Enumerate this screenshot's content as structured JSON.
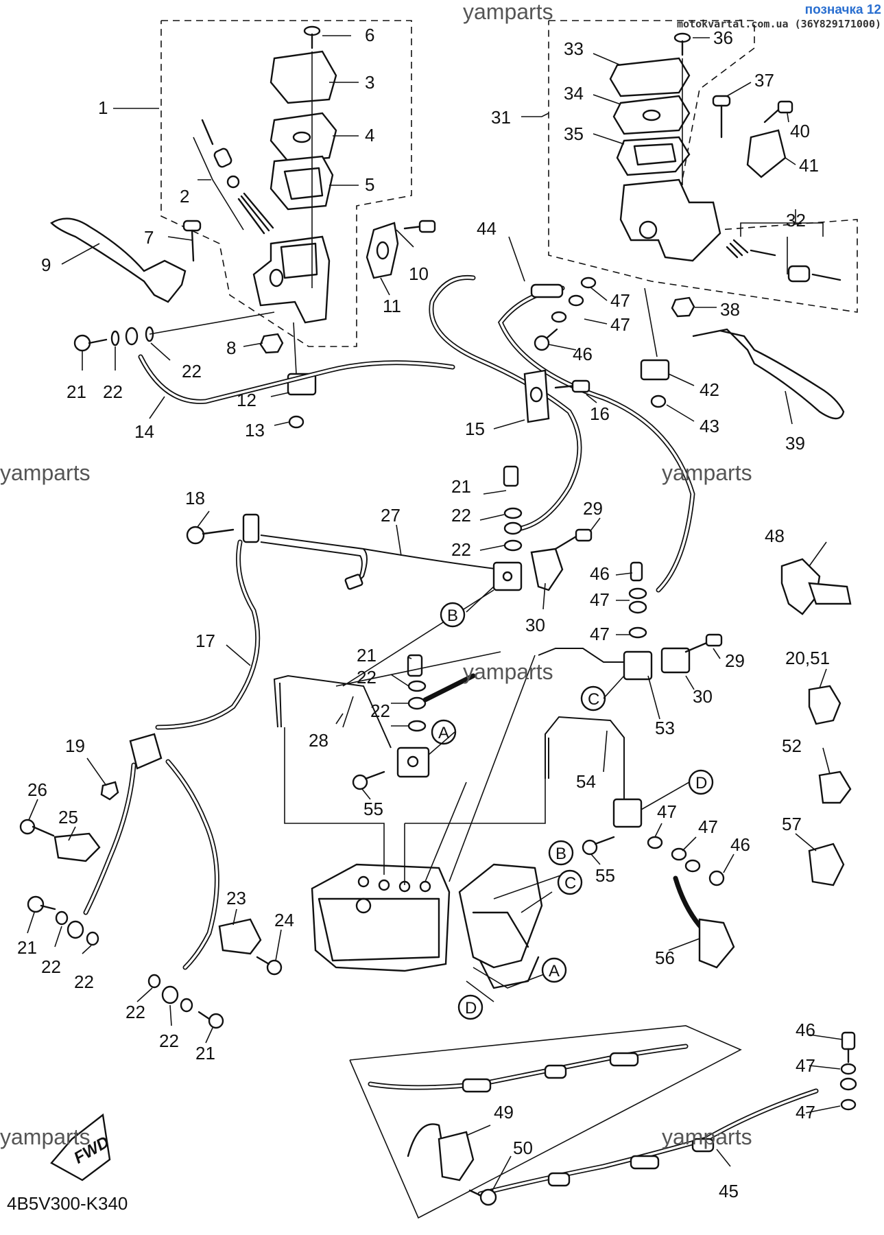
{
  "badge": {
    "title": "позначка 12",
    "subtitle": "motokvartal.com.ua (36Y829171000)"
  },
  "watermark": "yamparts",
  "diagram_code": "4B5V300-K340",
  "fwd_label": "FWD",
  "callouts": [
    "1",
    "2",
    "3",
    "4",
    "5",
    "6",
    "7",
    "8",
    "9",
    "10",
    "11",
    "12",
    "13",
    "14",
    "15",
    "16",
    "17",
    "18",
    "19",
    "20,51",
    "21",
    "22",
    "23",
    "24",
    "25",
    "26",
    "27",
    "28",
    "29",
    "30",
    "31",
    "32",
    "33",
    "34",
    "35",
    "36",
    "37",
    "38",
    "39",
    "40",
    "41",
    "42",
    "43",
    "44",
    "45",
    "46",
    "47",
    "48",
    "49",
    "50",
    "52",
    "53",
    "54",
    "55",
    "56",
    "57"
  ],
  "ref_letters": [
    "A",
    "B",
    "C",
    "D"
  ]
}
